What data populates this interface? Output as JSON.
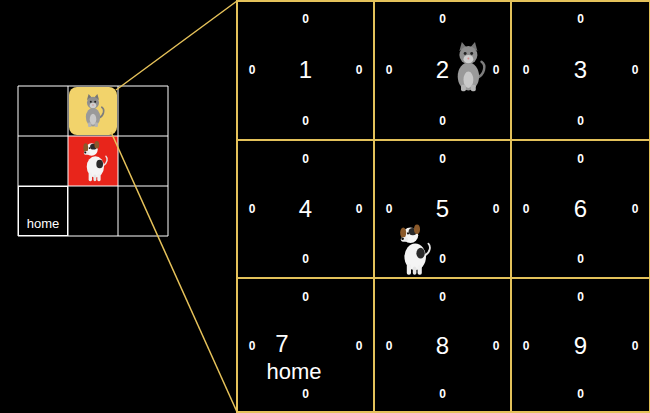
{
  "diagram": {
    "nodes": [
      {
        "text": [
          "home"
        ]
      },
      {
        "text": [
          "0",
          "0",
          "1",
          "0",
          "0"
        ]
      },
      {
        "text": [
          "0",
          "0",
          "2",
          "0",
          "0"
        ]
      },
      {
        "text": [
          "0",
          "0",
          "3",
          "0",
          "0"
        ]
      },
      {
        "text": [
          "0",
          "0",
          "4",
          "0",
          "0"
        ]
      },
      {
        "text": [
          "0",
          "0",
          "5",
          "0",
          "0"
        ]
      },
      {
        "text": [
          "0",
          "0",
          "6",
          "0",
          "0"
        ]
      },
      {
        "text": [
          "0",
          "0",
          "7",
          "0",
          "home",
          "0"
        ]
      },
      {
        "text": [
          "0",
          "0",
          "8",
          "0",
          "0"
        ]
      },
      {
        "text": [
          "0",
          "0",
          "9",
          "0",
          "0"
        ]
      }
    ]
  }
}
